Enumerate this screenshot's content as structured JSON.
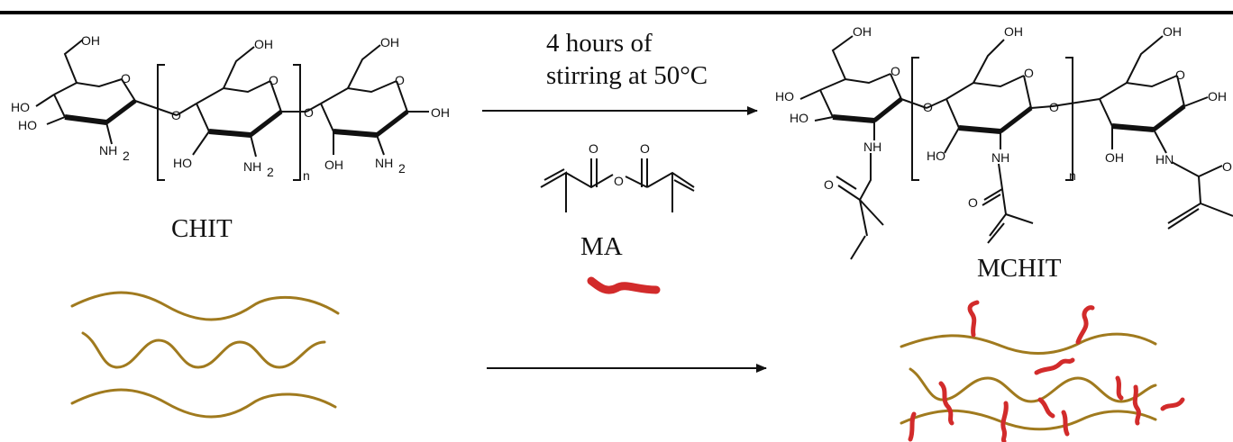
{
  "condition": {
    "line1": "4 hours of",
    "line2": "stirring at 50°C"
  },
  "labels": {
    "reactant": "CHIT",
    "reagent": "MA",
    "product": "MCHIT"
  },
  "atoms": {
    "oh": "OH",
    "ho": "HO",
    "nh2": "NH",
    "nh2_sub": "2",
    "nh": "NH",
    "hn": "HN",
    "o": "O",
    "n": "n"
  },
  "colors": {
    "backbone": "#a07a1e",
    "methacrylate": "#d22b2b",
    "ink": "#111111"
  }
}
